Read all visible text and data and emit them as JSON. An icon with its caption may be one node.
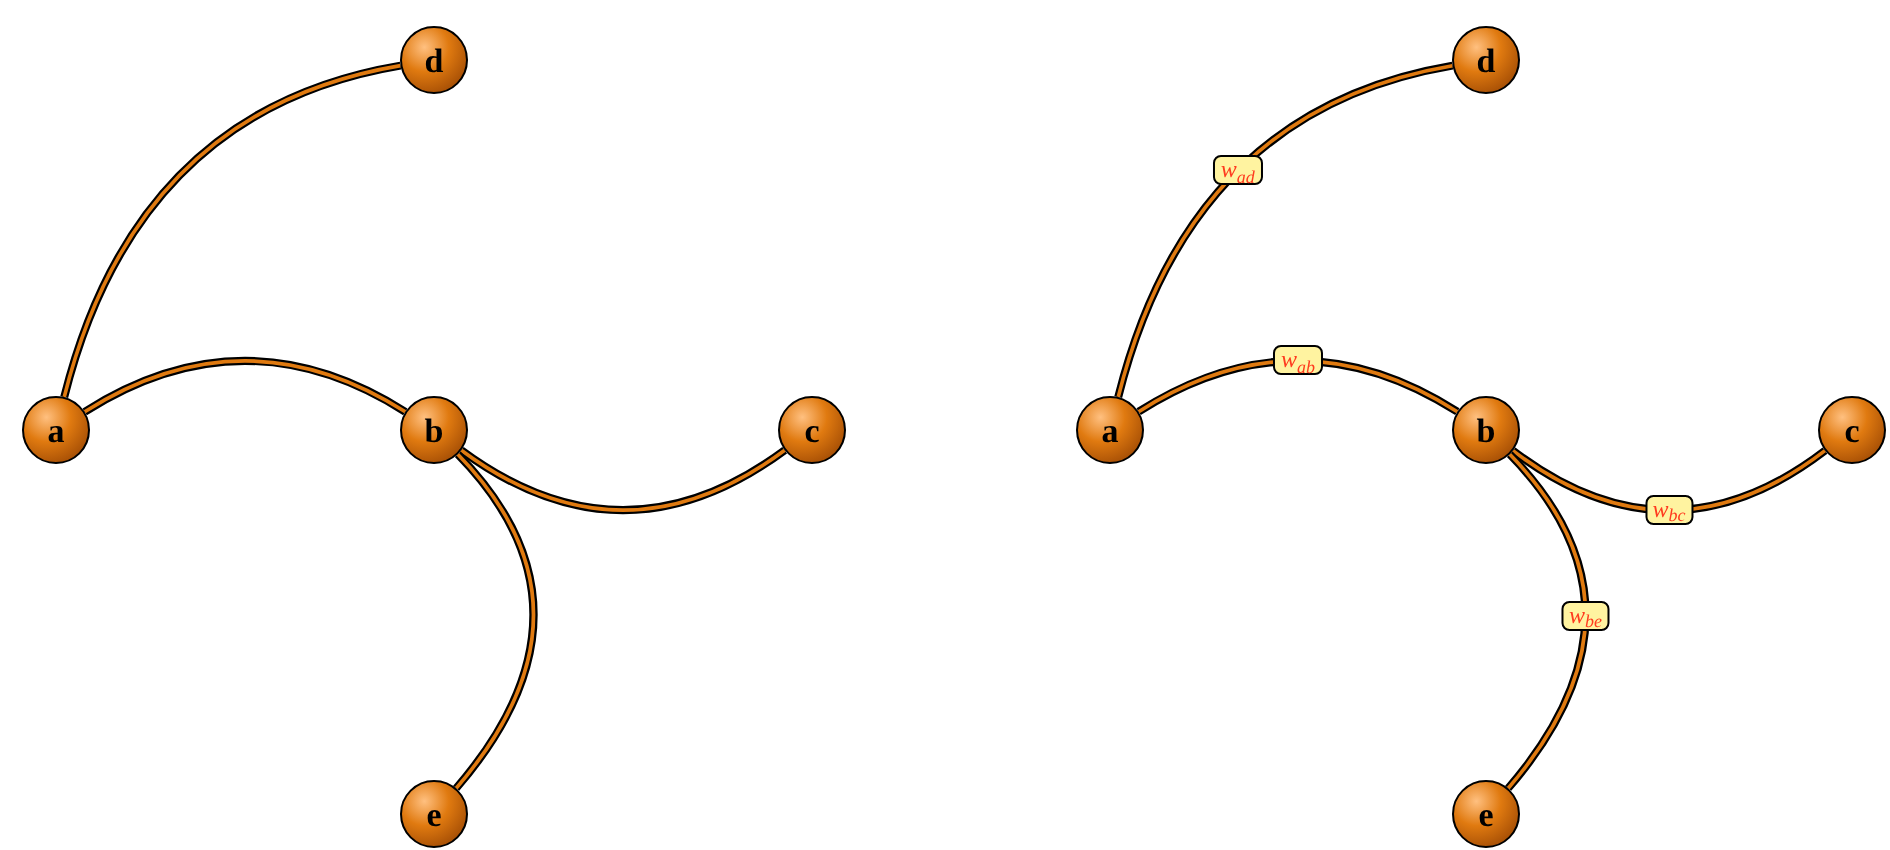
{
  "diagram": {
    "nodes": [
      {
        "text": [
          "a"
        ]
      },
      {
        "text": [
          "b"
        ]
      },
      {
        "text": [
          "c"
        ]
      },
      {
        "text": [
          "d"
        ]
      },
      {
        "text": [
          "e"
        ]
      },
      {
        "text": [
          "a"
        ]
      },
      {
        "text": [
          "b"
        ]
      },
      {
        "text": [
          "c"
        ]
      },
      {
        "text": [
          "d"
        ]
      },
      {
        "text": [
          "e"
        ]
      }
    ],
    "edges": [
      {
        "from": 0,
        "to": 3,
        "arrow": "none"
      },
      {
        "from": 0,
        "to": 1,
        "arrow": "none"
      },
      {
        "from": 1,
        "to": 2,
        "arrow": "none"
      },
      {
        "from": 1,
        "to": 4,
        "arrow": "none"
      },
      {
        "from": 5,
        "to": 8,
        "arrow": "none",
        "label": "w$_{ad}$"
      },
      {
        "from": 5,
        "to": 6,
        "arrow": "none",
        "label": "w$_{ab}$"
      },
      {
        "from": 6,
        "to": 7,
        "arrow": "none",
        "label": "w$_{bc}$"
      },
      {
        "from": 6,
        "to": 9,
        "arrow": "none",
        "label": "w$_{be}$"
      }
    ]
  }
}
